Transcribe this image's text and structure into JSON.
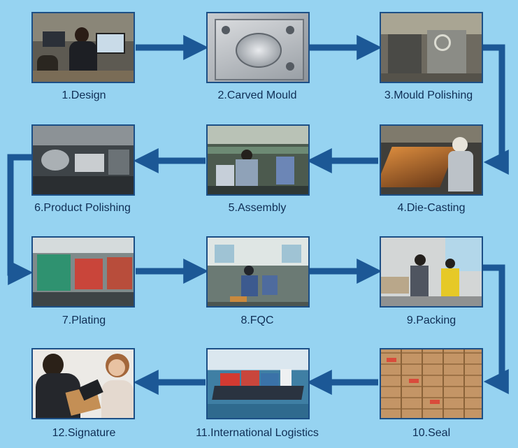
{
  "steps": [
    {
      "label": "1.Design",
      "picture": "designers-at-computers"
    },
    {
      "label": "2.Carved Mould",
      "picture": "steel-mould-block"
    },
    {
      "label": "3.Mould Polishing",
      "picture": "polishing-machines"
    },
    {
      "label": "4.Die-Casting",
      "picture": "die-casting-line"
    },
    {
      "label": "5.Assembly",
      "picture": "assembly-line-workers"
    },
    {
      "label": "6.Product Polishing",
      "picture": "polishing-workshop"
    },
    {
      "label": "7.Plating",
      "picture": "plating-tanks"
    },
    {
      "label": "8.FQC",
      "picture": "quality-inspection-room"
    },
    {
      "label": "9.Packing",
      "picture": "packing-workers"
    },
    {
      "label": "10.Seal",
      "picture": "sealed-cartons"
    },
    {
      "label": "11.International Logistics",
      "picture": "container-ship"
    },
    {
      "label": "12.Signature",
      "picture": "delivery-signature"
    }
  ],
  "colors": {
    "background": "#96d3f1",
    "arrow": "#1c5896",
    "frame": "#1c4f86",
    "label": "#0f2e55"
  }
}
